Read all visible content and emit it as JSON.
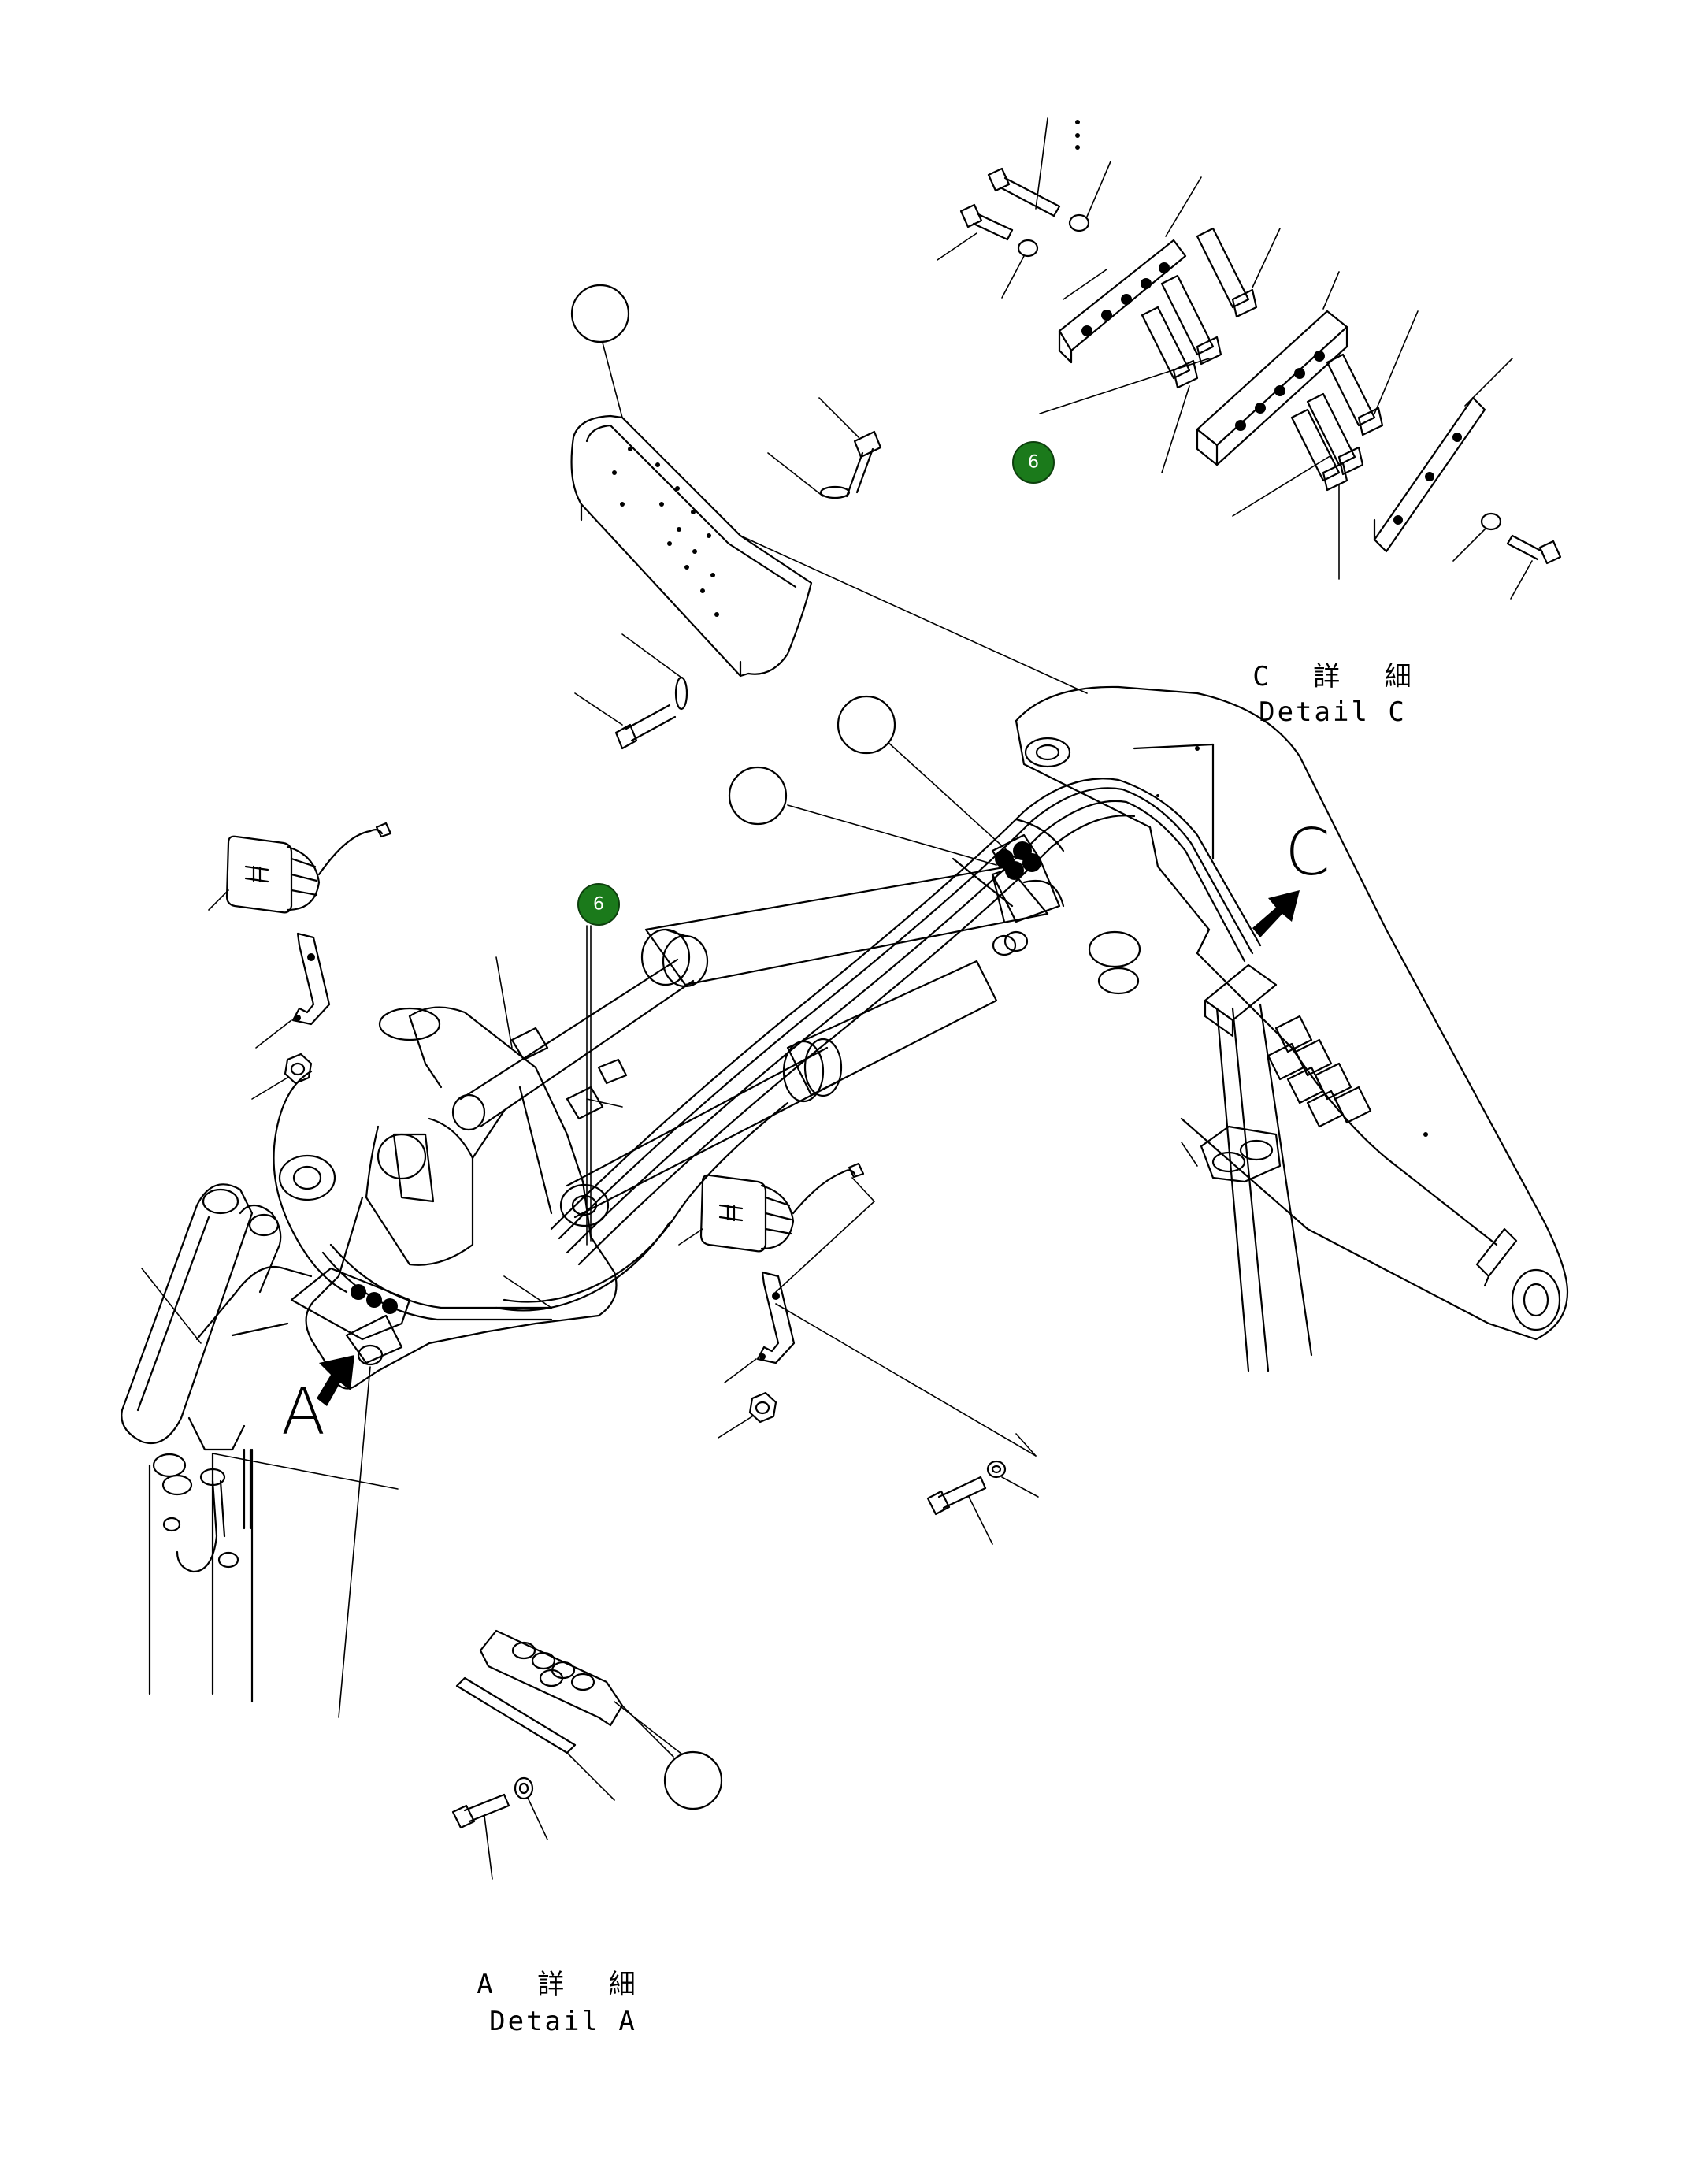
{
  "callouts": [
    {
      "id": "c1",
      "label": ""
    },
    {
      "id": "c2",
      "label": "6"
    },
    {
      "id": "c3",
      "label": ""
    },
    {
      "id": "c4",
      "label": ""
    },
    {
      "id": "c5",
      "label": "6"
    },
    {
      "id": "c6",
      "label": ""
    }
  ],
  "views": {
    "c": {
      "letter": "C",
      "title_jp": "C 詳 細",
      "title_en": "Detail C"
    },
    "a": {
      "letter": "A",
      "title_jp": "A 詳 細",
      "title_en": "Detail A"
    }
  },
  "colors": {
    "line": "#000000",
    "callout_highlight": "#1b7a1b",
    "background": "#ffffff"
  }
}
